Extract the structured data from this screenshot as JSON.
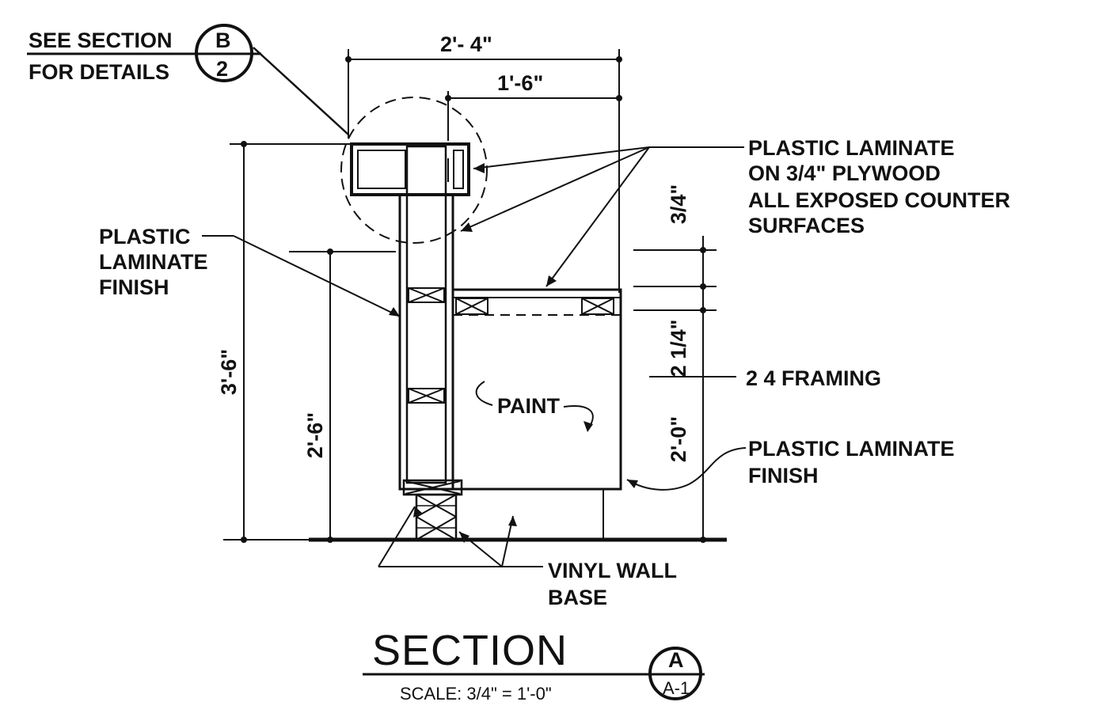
{
  "callout_top": {
    "line1": "SEE SECTION",
    "line2": "FOR DETAILS",
    "bubble_top": "B",
    "bubble_bottom": "2"
  },
  "dimensions": {
    "overall_width": "2'- 4\"",
    "upper_width": "1'-6\"",
    "overall_height": "3'-6\"",
    "counter_height": "2'-6\"",
    "top_thickness": "3/4\"",
    "framing_depth": "2 1/4\"",
    "base_height": "2'-0\""
  },
  "notes": {
    "laminate_plywood": [
      "PLASTIC LAMINATE",
      "ON 3/4\" PLYWOOD",
      "ALL EXPOSED COUNTER",
      "SURFACES"
    ],
    "laminate_finish_left": [
      "PLASTIC",
      "LAMINATE",
      "FINISH"
    ],
    "framing": "2  4 FRAMING",
    "paint": "PAINT",
    "laminate_finish_right": [
      "PLASTIC  LAMINATE",
      "FINISH"
    ],
    "vinyl_base": [
      "VINYL WALL",
      "BASE"
    ]
  },
  "title": {
    "name": "SECTION",
    "scale": "SCALE: 3/4\" = 1'-0\"",
    "bubble_top": "A",
    "bubble_bottom": "A-1"
  }
}
